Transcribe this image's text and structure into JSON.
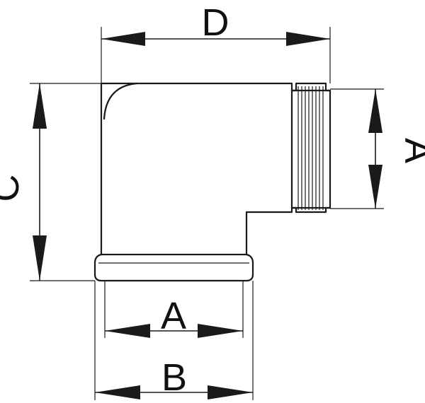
{
  "dimensions": {
    "d_label": "D",
    "c_label": "C",
    "a_side_label": "A",
    "a_bottom_label": "A",
    "b_label": "B"
  },
  "colors": {
    "stroke": "#1a1a1a",
    "text": "#111111",
    "background": "#ffffff"
  }
}
